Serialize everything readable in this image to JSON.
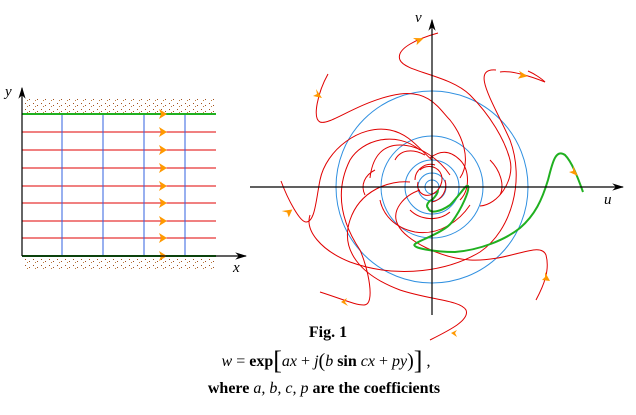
{
  "figure": {
    "caption_title": "Fig. 1",
    "formula": {
      "lhs": "w",
      "eq": " = ",
      "func": "exp",
      "lbracket": "[",
      "rbracket": "]",
      "term1": "ax",
      "plus1": " + ",
      "j": "j",
      "lparen": "(",
      "rparen": ")",
      "b": "b",
      "sin": " sin ",
      "cx": "cx",
      "plus2": " + ",
      "py": "py",
      "trailing": " ,"
    },
    "where_text": {
      "prefix": "where ",
      "vars": "a, b, c, p",
      "suffix": " are the coefficients"
    }
  },
  "left_panel": {
    "x_axis_label": "x",
    "y_axis_label": "y",
    "horizontal_lines": 9,
    "vertical_lines": 4,
    "colors": {
      "streamlines": "#e00000",
      "equipotentials": "#3060e0",
      "walls": "#20b020",
      "arrows": "#ff9900",
      "hatch": "#a05020"
    }
  },
  "right_panel": {
    "u_axis_label": "u",
    "v_axis_label": "v",
    "colors": {
      "spiral_curves": "#e00000",
      "circles": "#3090e0",
      "highlight_curve": "#20b020",
      "arrows": "#ff9900"
    }
  }
}
